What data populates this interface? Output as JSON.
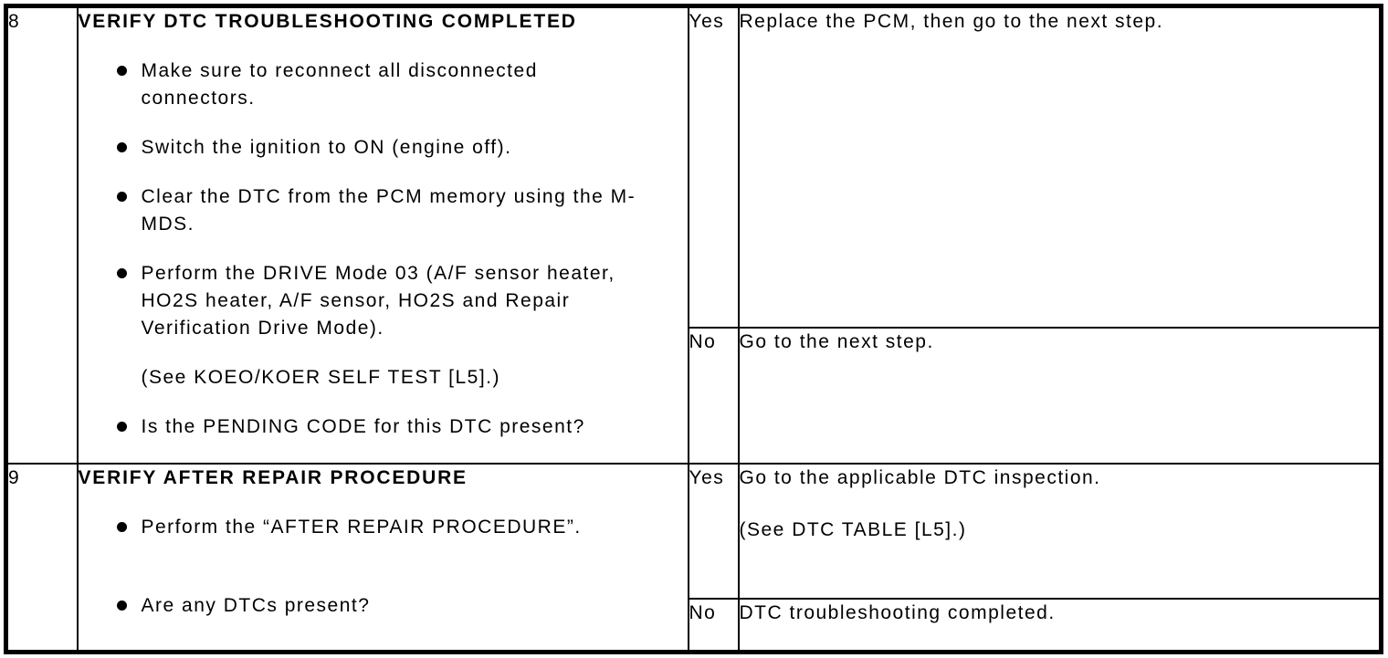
{
  "page": {
    "background_color": "#ffffff",
    "text_color": "#000000",
    "kind": "DTC troubleshooting procedure table"
  },
  "table": {
    "steps": [
      {
        "step": "8",
        "title": "VERIFY DTC TROUBLESHOOTING COMPLETED",
        "items": [
          {
            "type": "bullet",
            "text": "Make sure to reconnect all disconnected connectors."
          },
          {
            "type": "bullet",
            "text": "Switch the ignition to ON (engine off)."
          },
          {
            "type": "bullet",
            "text": "Clear the DTC from the PCM memory using the M-MDS."
          },
          {
            "type": "bullet",
            "text": "Perform the DRIVE Mode 03 (A/F sensor heater, HO2S heater, A/F sensor, HO2S and Repair Verification Drive Mode)."
          },
          {
            "type": "note",
            "text": "(See KOEO/KOER SELF TEST [L5].)"
          },
          {
            "type": "bullet",
            "text": "Is the PENDING CODE for this DTC present?"
          }
        ],
        "outcomes": [
          {
            "answer": "Yes",
            "lines": [
              "Replace the PCM, then go to the next step."
            ]
          },
          {
            "answer": "No",
            "lines": [
              "Go to the next step."
            ]
          }
        ]
      },
      {
        "step": "9",
        "title": "VERIFY AFTER REPAIR PROCEDURE",
        "items": [
          {
            "type": "bullet",
            "text": "Perform the “AFTER REPAIR PROCEDURE”."
          },
          {
            "type": "bullet",
            "text": "Are any DTCs present?"
          }
        ],
        "outcomes": [
          {
            "answer": "Yes",
            "lines": [
              "Go to the applicable DTC inspection.",
              "(See DTC TABLE [L5].)"
            ]
          },
          {
            "answer": "No",
            "lines": [
              "DTC troubleshooting completed."
            ]
          }
        ]
      }
    ]
  }
}
